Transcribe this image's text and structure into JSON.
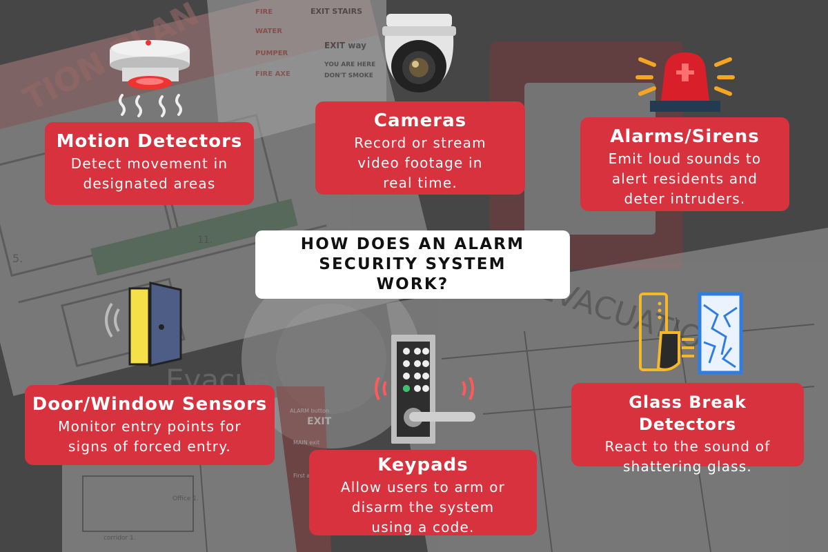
{
  "title": "HOW DOES AN ALARM\nSECURITY SYSTEM\nWORK?",
  "cards": {
    "motion": {
      "title": "Motion Detectors",
      "desc": "Detect movement in designated areas"
    },
    "cameras": {
      "title": "Cameras",
      "desc": "Record or stream video footage in real time."
    },
    "alarms": {
      "title": "Alarms/Sirens",
      "desc": "Emit loud sounds to alert residents and deter intruders."
    },
    "door": {
      "title": "Door/Window Sensors",
      "desc": "Monitor entry points for signs of forced entry."
    },
    "keypads": {
      "title": "Keypads",
      "desc": "Allow users to arm or disarm the system using a code."
    },
    "glass": {
      "title": "Glass Break Detectors",
      "desc": "React to the sound of shattering glass."
    }
  },
  "background_labels": {
    "plan": "TION PLAN",
    "fire": "FIRE",
    "water": "WATER",
    "pumper": "PUMPER",
    "fire_axe": "FIRE AXE",
    "exit_stairs": "EXIT STAIRS",
    "exit_way": "EXIT way",
    "you_are_here": "YOU ARE HERE",
    "dont_smoke": "DON'T SMOKE",
    "evacuation": "EVACUATION",
    "evacuation_plan": "Evacuati",
    "exit": "EXIT",
    "alarm_button": "ALARM button",
    "main_exit": "MAIN exit",
    "first_aid": "First aid kit",
    "office": "Office 1.",
    "corridor": "corridor 1.",
    "room5": "5.",
    "room11": "11."
  },
  "colors": {
    "card": "#d7323d",
    "accent_yellow": "#f5e04a",
    "glass_blue": "#2f7de0",
    "siren_orange": "#f4a622"
  }
}
